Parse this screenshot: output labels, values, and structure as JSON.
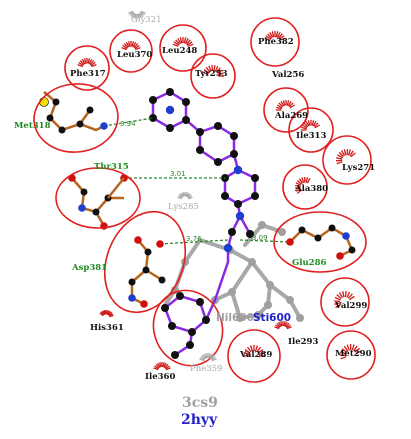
{
  "colors": {
    "circle": "#e02020",
    "hydrophobic": "#d01818",
    "ghost": "#a8a8a8",
    "hbond_residue": "#228b22",
    "hbond_line": "#2e8b2e",
    "bond_purple": "#8a2be2",
    "bond_brown": "#b5651d",
    "carbon": "#101010",
    "nitrogen": "#1c3fd0",
    "oxygen": "#d01010",
    "sulfur": "#f0e000",
    "ligand_2": "#2323c8",
    "label_black": "#111111"
  },
  "residues": {
    "gly321": "Gly321",
    "leu370": "Leu370",
    "leu248": "Leu248",
    "phe382": "Phe382",
    "phe317": "Phe317",
    "tyr253": "Tyr253",
    "val256": "Val256",
    "met318": "Met318",
    "ala269": "Ala269",
    "ile313": "Ile313",
    "thr315": "Thr315",
    "lys271": "Lys271",
    "ala380": "Ala380",
    "lys285": "Lys285",
    "glu286": "Glu286",
    "asp381": "Asp381",
    "val299": "Val299",
    "his361": "His361",
    "ile293": "Ile293",
    "met290": "Met290",
    "val289": "Val289",
    "ile360": "Ile360",
    "phe359": "Phe359"
  },
  "hbonds": {
    "met318": "3.94",
    "thr315": "3.01",
    "asp381": "3.76",
    "glu286": "3.09"
  },
  "ligands": {
    "nil": "Nil600",
    "sti": "Sti600"
  },
  "caption": {
    "line1": "3cs9",
    "line2": "2hyy"
  }
}
